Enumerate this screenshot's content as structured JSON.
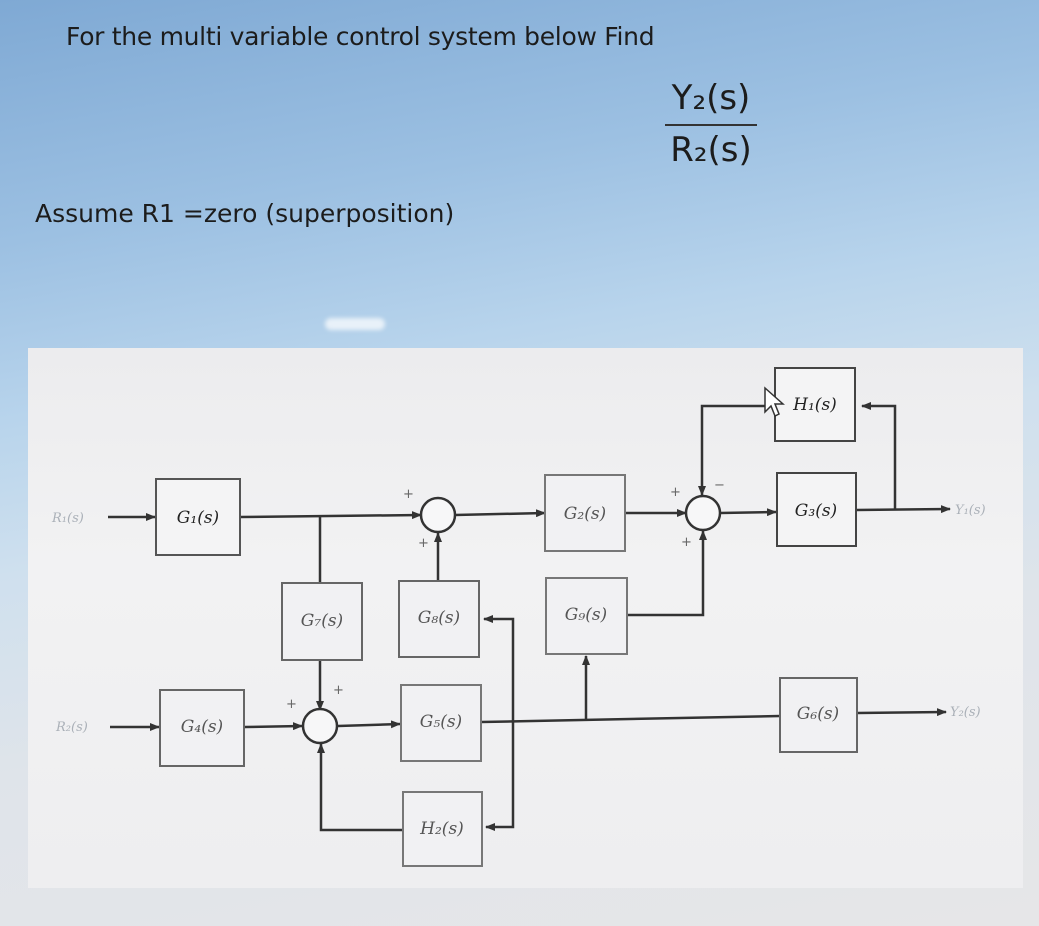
{
  "question": {
    "prompt": "For the multi variable control system below Find",
    "numerator": "Y₂(s)",
    "denominator": "R₂(s)",
    "assumption": "Assume R1  =zero (superposition)"
  },
  "diagram": {
    "inputs": {
      "r1": "R₁(s)",
      "r2": "R₂(s)"
    },
    "outputs": {
      "y1": "Y₁(s)",
      "y2": "Y₂(s)"
    },
    "blocks": {
      "g1": "G₁(s)",
      "g2": "G₂(s)",
      "g3": "G₃(s)",
      "g4": "G₄(s)",
      "g5": "G₅(s)",
      "g6": "G₆(s)",
      "g7": "G₇(s)",
      "g8": "G₈(s)",
      "g9": "G₉(s)",
      "h1": "H₁(s)",
      "h2": "H₂(s)"
    },
    "signs": {
      "plus": "+",
      "minus": "−"
    }
  }
}
